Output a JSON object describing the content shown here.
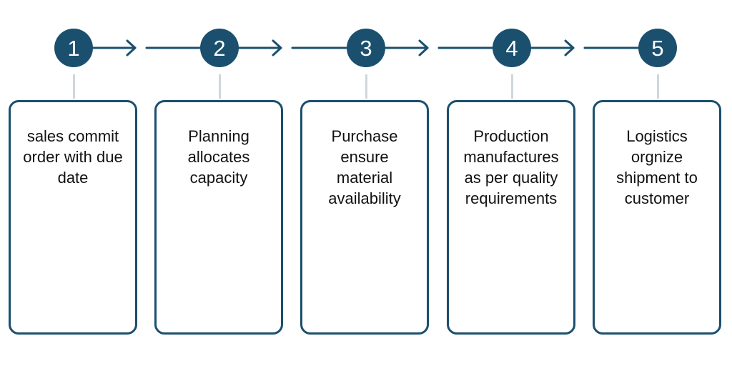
{
  "colors": {
    "primary": "#1b4f6e",
    "connector": "#d0d6da",
    "text": "#111111",
    "background": "#ffffff"
  },
  "steps": [
    {
      "number": "1",
      "text": "sales commit\norder with due\ndate"
    },
    {
      "number": "2",
      "text": "Planning\nallocates\ncapacity"
    },
    {
      "number": "3",
      "text": "Purchase\nensure\nmaterial\navailability"
    },
    {
      "number": "4",
      "text": "Production\nmanufactures\nas per quality\nrequirements"
    },
    {
      "number": "5",
      "text": "Logistics\norgnize\nshipment to\ncustomer"
    }
  ]
}
